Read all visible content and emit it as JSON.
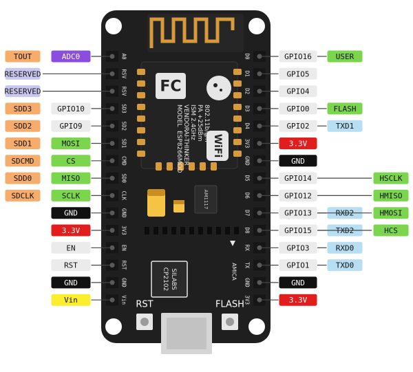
{
  "colors": {
    "board": "#1f1f1f",
    "orange": "#f6ac6b",
    "purple": "#8a4de0",
    "lavender": "#c9c7ee",
    "green": "#7bd64e",
    "gray": "#ebebeb",
    "black": "#111111",
    "red": "#e21d1d",
    "yellow": "#fbee2f",
    "lightblue": "#b7def2",
    "gold": "#d89b3c"
  },
  "left_pins": [
    "A0",
    "RSV",
    "RSV",
    "SD3",
    "SD2",
    "SD1",
    "CMD",
    "SD0",
    "CLK",
    "GND",
    "3V3",
    "EN",
    "RST",
    "GND",
    "Vin"
  ],
  "right_pins": [
    "D0",
    "D1",
    "D2",
    "D3",
    "D4",
    "3V3",
    "GND",
    "D5",
    "D6",
    "D7",
    "D8",
    "RX",
    "TX",
    "GND",
    "3V3"
  ],
  "left_outer": [
    {
      "text": "TOUT",
      "color": "orange"
    },
    {
      "text": "RESERVED",
      "color": "lavender"
    },
    {
      "text": "RESERVED",
      "color": "lavender"
    },
    {
      "text": "SDD3",
      "color": "orange"
    },
    {
      "text": "SDD2",
      "color": "orange"
    },
    {
      "text": "SDD1",
      "color": "orange"
    },
    {
      "text": "SDCMD",
      "color": "orange"
    },
    {
      "text": "SDD0",
      "color": "orange"
    },
    {
      "text": "SDCLK",
      "color": "orange"
    }
  ],
  "left_inner": [
    {
      "text": "ADC0",
      "color": "purple"
    },
    {
      "text": "",
      "color": ""
    },
    {
      "text": "",
      "color": ""
    },
    {
      "text": "GPIO10",
      "color": "gray"
    },
    {
      "text": "GPIO9",
      "color": "gray"
    },
    {
      "text": "MOSI",
      "color": "green"
    },
    {
      "text": "CS",
      "color": "green"
    },
    {
      "text": "MISO",
      "color": "green"
    },
    {
      "text": "SCLK",
      "color": "green"
    },
    {
      "text": "GND",
      "color": "black"
    },
    {
      "text": "3.3V",
      "color": "red"
    },
    {
      "text": "EN",
      "color": "gray"
    },
    {
      "text": "RST",
      "color": "gray"
    },
    {
      "text": "GND",
      "color": "black"
    },
    {
      "text": "Vin",
      "color": "yellow"
    }
  ],
  "right_inner": [
    {
      "text": "GPIO16",
      "color": "gray"
    },
    {
      "text": "GPIO5",
      "color": "gray"
    },
    {
      "text": "GPIO4",
      "color": "gray"
    },
    {
      "text": "GPIO0",
      "color": "gray"
    },
    {
      "text": "GPIO2",
      "color": "gray"
    },
    {
      "text": "3.3V",
      "color": "red"
    },
    {
      "text": "GND",
      "color": "black"
    },
    {
      "text": "GPIO14",
      "color": "gray"
    },
    {
      "text": "GPIO12",
      "color": "gray"
    },
    {
      "text": "GPIO13",
      "color": "gray"
    },
    {
      "text": "GPIO15",
      "color": "gray"
    },
    {
      "text": "GPIO3",
      "color": "gray"
    },
    {
      "text": "GPIO1",
      "color": "gray"
    },
    {
      "text": "GND",
      "color": "black"
    },
    {
      "text": "3.3V",
      "color": "red"
    }
  ],
  "right_mid": [
    {
      "text": "USER",
      "color": "green"
    },
    {
      "text": "",
      "color": ""
    },
    {
      "text": "",
      "color": ""
    },
    {
      "text": "FLASH",
      "color": "green"
    },
    {
      "text": "TXD1",
      "color": "lightblue"
    },
    {
      "text": "",
      "color": ""
    },
    {
      "text": "",
      "color": ""
    },
    {
      "text": "",
      "color": ""
    },
    {
      "text": "",
      "color": ""
    },
    {
      "text": "RXD2",
      "color": "lightblue"
    },
    {
      "text": "TXD2",
      "color": "lightblue"
    },
    {
      "text": "RXD0",
      "color": "lightblue"
    },
    {
      "text": "TXD0",
      "color": "lightblue"
    }
  ],
  "right_outer": [
    {
      "text": "",
      "color": ""
    },
    {
      "text": "",
      "color": ""
    },
    {
      "text": "",
      "color": ""
    },
    {
      "text": "",
      "color": ""
    },
    {
      "text": "",
      "color": ""
    },
    {
      "text": "",
      "color": ""
    },
    {
      "text": "",
      "color": ""
    },
    {
      "text": "HSCLK",
      "color": "green"
    },
    {
      "text": "HMISO",
      "color": "green"
    },
    {
      "text": "HMOSI",
      "color": "green"
    },
    {
      "text": "HCS",
      "color": "green"
    }
  ],
  "module": {
    "fc_logo": "FC",
    "model_lines": [
      "MODEL",
      "VENDOR",
      "ISM 2.4GHz",
      "PA +25dBm",
      "802.11b/g/n"
    ],
    "model_values": [
      "ESP8266MOD",
      "AI-THINKER"
    ],
    "wifi_logo": "WiFi"
  },
  "regulator": "AM1117",
  "usb_chip": [
    "SILABS",
    "CP2102"
  ],
  "maker": "AMICA",
  "buttons": {
    "rst": "RST",
    "flash": "FLASH"
  }
}
